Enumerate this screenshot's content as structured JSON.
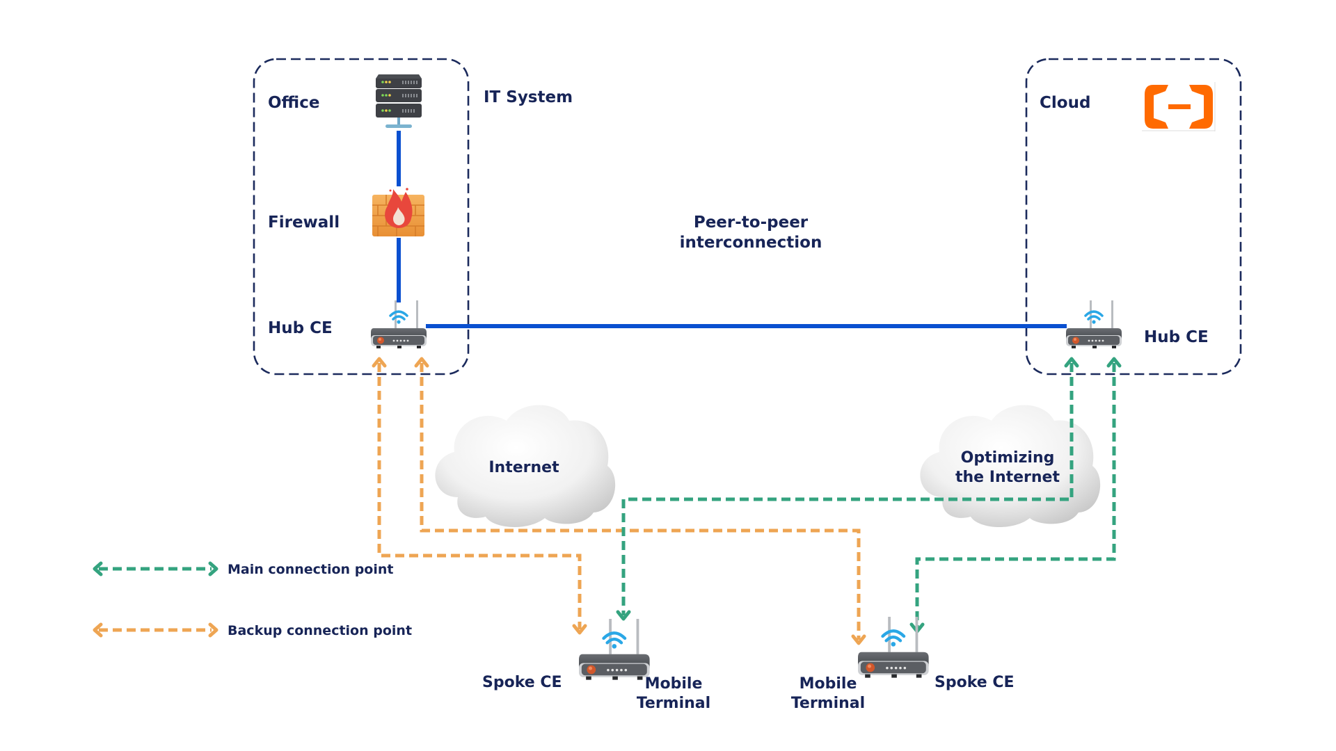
{
  "colors": {
    "text": "#172457",
    "box_border": "#1b2a5c",
    "primary_link": "#0a50d0",
    "main_connection": "#34a37f",
    "backup_connection": "#eea553",
    "cloud_logo": "#ff6a00"
  },
  "office_zone": {
    "title": "Office",
    "firewall_label": "Firewall",
    "hub_label": "Hub CE",
    "it_system_label": "IT System"
  },
  "cloud_zone": {
    "title": "Cloud",
    "hub_label": "Hub CE",
    "logo": "alibaba-cloud-logo"
  },
  "peer_link": {
    "label_line1": "Peer-to-peer",
    "label_line2": "interconnection"
  },
  "clouds": {
    "internet": {
      "label": "Internet"
    },
    "optimized": {
      "label_line1": "Optimizing",
      "label_line2": "the Internet"
    }
  },
  "spokes": [
    {
      "spoke_label": "Spoke CE",
      "terminal_line1": "Mobile",
      "terminal_line2": "Terminal"
    },
    {
      "spoke_label": "Spoke CE",
      "terminal_line1": "Mobile",
      "terminal_line2": "Terminal"
    }
  ],
  "legend": {
    "main": "Main connection point",
    "backup": "Backup connection point"
  },
  "icons": {
    "server": "server-stack-icon",
    "firewall": "firewall-icon",
    "router": "router-icon",
    "cloud": "cloud-icon"
  }
}
